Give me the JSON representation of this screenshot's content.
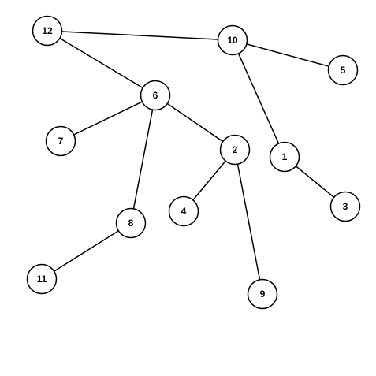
{
  "graph": {
    "type": "undirected-tree",
    "nodes": [
      {
        "id": "12",
        "label": "12"
      },
      {
        "id": "10",
        "label": "10"
      },
      {
        "id": "5",
        "label": "5"
      },
      {
        "id": "6",
        "label": "6"
      },
      {
        "id": "7",
        "label": "7"
      },
      {
        "id": "2",
        "label": "2"
      },
      {
        "id": "1",
        "label": "1"
      },
      {
        "id": "4",
        "label": "4"
      },
      {
        "id": "3",
        "label": "3"
      },
      {
        "id": "8",
        "label": "8"
      },
      {
        "id": "11",
        "label": "11"
      },
      {
        "id": "9",
        "label": "9"
      }
    ],
    "edges": [
      [
        "12",
        "10"
      ],
      [
        "12",
        "6"
      ],
      [
        "10",
        "5"
      ],
      [
        "10",
        "1"
      ],
      [
        "6",
        "7"
      ],
      [
        "6",
        "2"
      ],
      [
        "6",
        "8"
      ],
      [
        "2",
        "4"
      ],
      [
        "2",
        "9"
      ],
      [
        "1",
        "3"
      ],
      [
        "8",
        "11"
      ]
    ]
  },
  "colors": {
    "background": "#ffffff",
    "stroke": "#000000",
    "node_fill": "#ffffff",
    "text": "#000000"
  }
}
